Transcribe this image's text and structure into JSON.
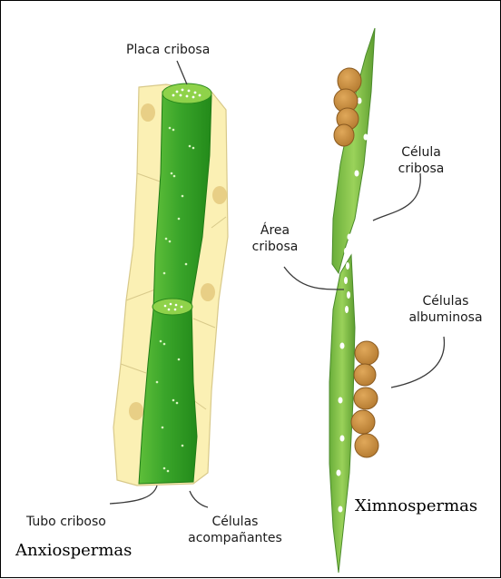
{
  "labels": {
    "placa_cribosa": "Placa cribosa",
    "celula_cribosa_line1": "Célula",
    "celula_cribosa_line2": "cribosa",
    "area_cribosa_line1": "Área",
    "area_cribosa_line2": "cribosa",
    "celulas_albuminosa_line1": "Células",
    "celulas_albuminosa_line2": "albuminosa",
    "tubo_criboso": "Tubo criboso",
    "celulas_acompanantes_line1": "Células",
    "celulas_acompanantes_line2": "acompañantes",
    "anxiospermas": "Anxiospermas",
    "ximnospermas": "Ximnospermas"
  },
  "colors": {
    "companion_cells": "#fbf0b4",
    "companion_nucleus": "#e8cf86",
    "sieve_tube": "#3aa52a",
    "sieve_tube_dark": "#2a8a1c",
    "sieve_plate": "#8fd24a",
    "sieve_cell": "#7fbf4a",
    "albuminous_cells": "#c58a3c",
    "leader_lines": "#3a3a3a"
  },
  "icons": [
    "angiosperm-sieve-tube-illustration",
    "gymnosperm-sieve-cell-illustration"
  ]
}
